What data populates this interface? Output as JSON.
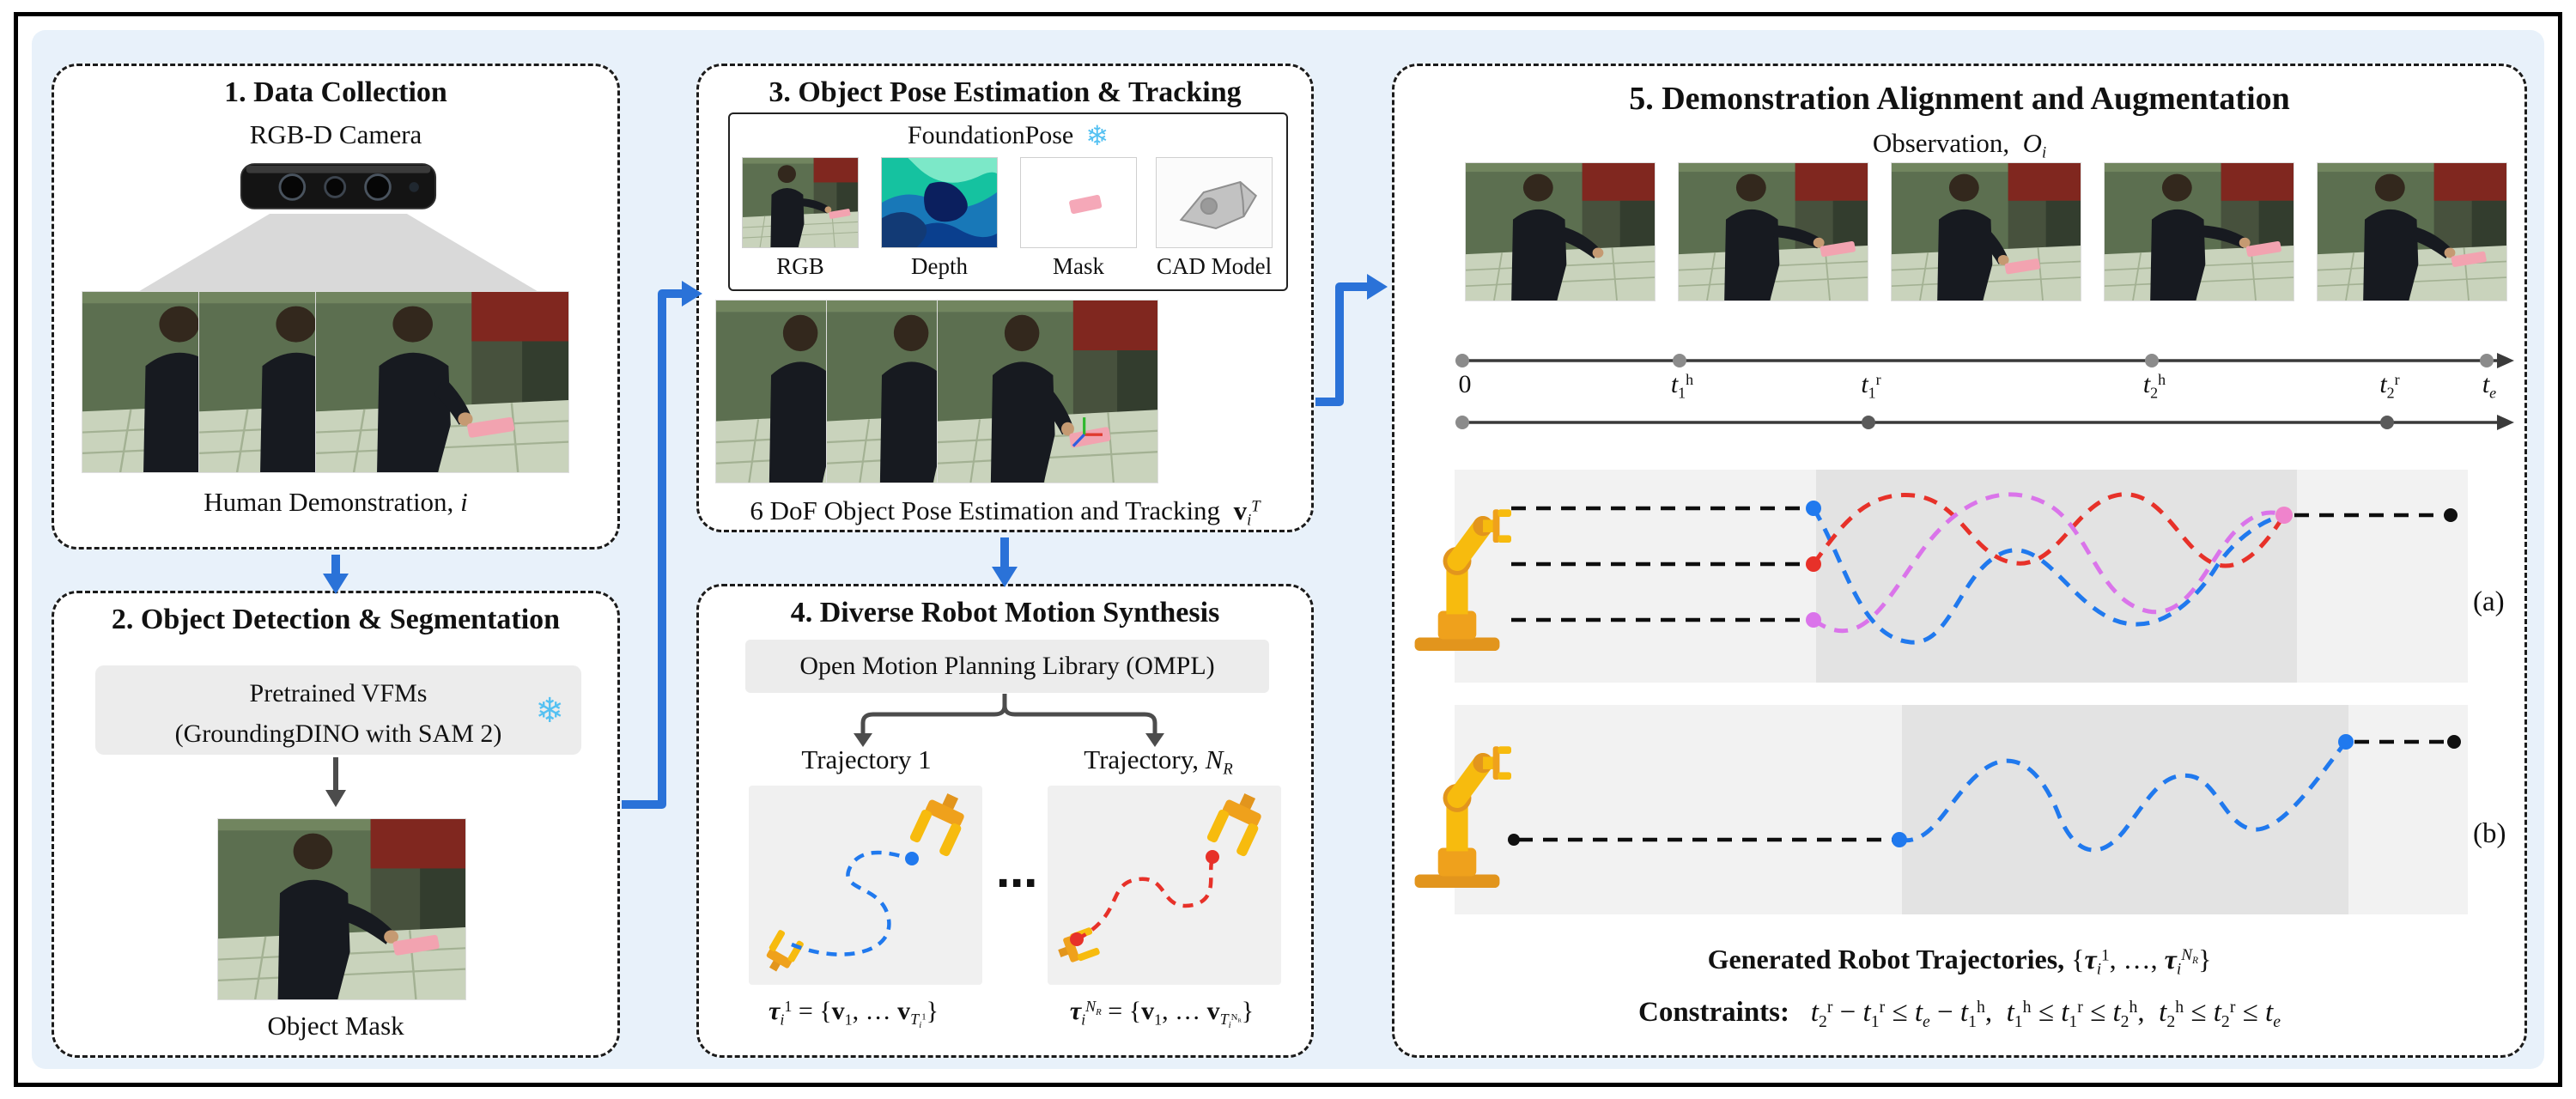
{
  "icons": {
    "snowflake": "❄"
  },
  "colors": {
    "background_blue": "#e8f1fa",
    "arrow_blue": "#2a72d8",
    "traj_blue": "#2079ee",
    "traj_red": "#e73129",
    "traj_violet": "#da74ea",
    "dot_pink": "#ef83cc",
    "mask_pink": "#f2a3b0",
    "robot_yellow": "#f7bb0e"
  },
  "b1": {
    "title": "1. Data Collection",
    "camera_label": "RGB-D Camera",
    "caption_html": "Human Demonstration, <i>i</i>"
  },
  "b2": {
    "title": "2. Object Detection & Segmentation",
    "vfm_line1": "Pretrained VFMs",
    "vfm_line2": "(GroundingDINO with SAM 2)",
    "caption": "Object Mask"
  },
  "b3": {
    "title": "3. Object Pose Estimation & Tracking",
    "panel_title": "FoundationPose",
    "thumb_labels": [
      "RGB",
      "Depth",
      "Mask",
      "CAD Model"
    ],
    "caption_html": "6 DoF Object Pose Estimation and Tracking&nbsp;&nbsp;<b>v</b><sub><i>i</i></sub><sup><i>T</i></sup>"
  },
  "b4": {
    "title": "4. Diverse Robot Motion Synthesis",
    "ompl_label": "Open Motion Planning Library (OMPL)",
    "traj1_label": "Trajectory 1",
    "trajN_label_html": "Trajectory, <i>N<sub>R</sub></i>",
    "ellipsis": "⋯",
    "eq1_html": "<b><i>τ</i></b><sub><i>i</i></sub><sup>1</sup> = {<b>v</b><sub>1</sub>, … <b>v</b><sub><i>T<sub>i</sub></i><sup>1</sup></sub>}",
    "eq2_html": "<b><i>τ</i></b><sub><i>i</i></sub><sup><i>N<sub>R</sub></i></sup> = {<b>v</b><sub>1</sub>, … <b>v</b><sub><i>T<sub>i</sub></i><sup>N<sub>R</sub></sup></sub>}"
  },
  "b5": {
    "title": "5. Demonstration Alignment and Augmentation",
    "observation_html": "Observation,&nbsp; <i>O<sub>i</sub></i>",
    "timeline_labels_html": [
      "0",
      "<i>t</i><sub>1</sub><sup>h</sup>",
      "<i>t</i><sub>1</sub><sup>r</sup>",
      "<i>t</i><sub>2</sub><sup>h</sup>",
      "<i>t</i><sub>2</sub><sup>r</sup>",
      "<i>t<sub>e</sub></i>"
    ],
    "label_a": "(a)",
    "label_b": "(b)",
    "generated_html": "<b>Generated Robot Trajectories,</b> {<b><i>τ</i></b><sub><i>i</i></sub><sup>1</sup>, …, <b><i>τ</i></b><sub><i>i</i></sub><sup><i>N<sub>R</sub></i></sup>}",
    "constraints_html": "<b>Constraints:</b>&nbsp;&nbsp; <i>t</i><sub>2</sub><sup>r</sup> − <i>t</i><sub>1</sub><sup>r</sup> ≤ <i>t<sub>e</sub></i> − <i>t</i><sub>1</sub><sup>h</sup>,&nbsp; <i>t</i><sub>1</sub><sup>h</sup> ≤ <i>t</i><sub>1</sub><sup>r</sup> ≤ <i>t</i><sub>2</sub><sup>h</sup>,&nbsp; <i>t</i><sub>2</sub><sup>h</sup> ≤ <i>t</i><sub>2</sub><sup>r</sup> ≤ <i>t<sub>e</sub></i>"
  }
}
